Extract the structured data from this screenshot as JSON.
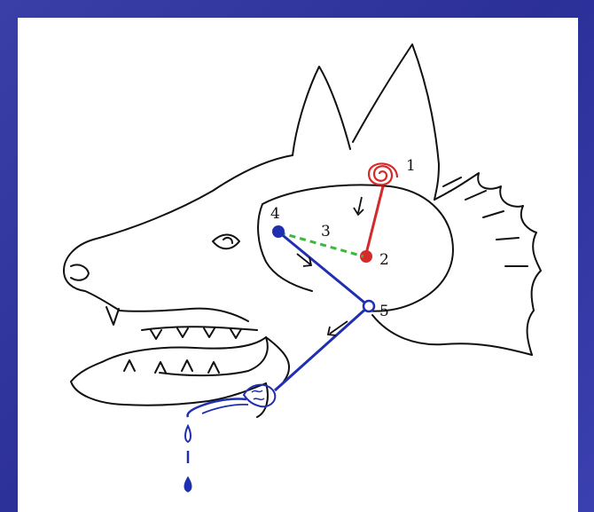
{
  "labels": {
    "n1": "1",
    "n2": "2",
    "n3": "3",
    "n4": "4",
    "n5": "5"
  },
  "colors": {
    "background": "#2b2f98",
    "outline": "#111111",
    "red_path": "#d42a2a",
    "blue_path": "#1f2fb0",
    "green_link": "#3cb83c"
  }
}
